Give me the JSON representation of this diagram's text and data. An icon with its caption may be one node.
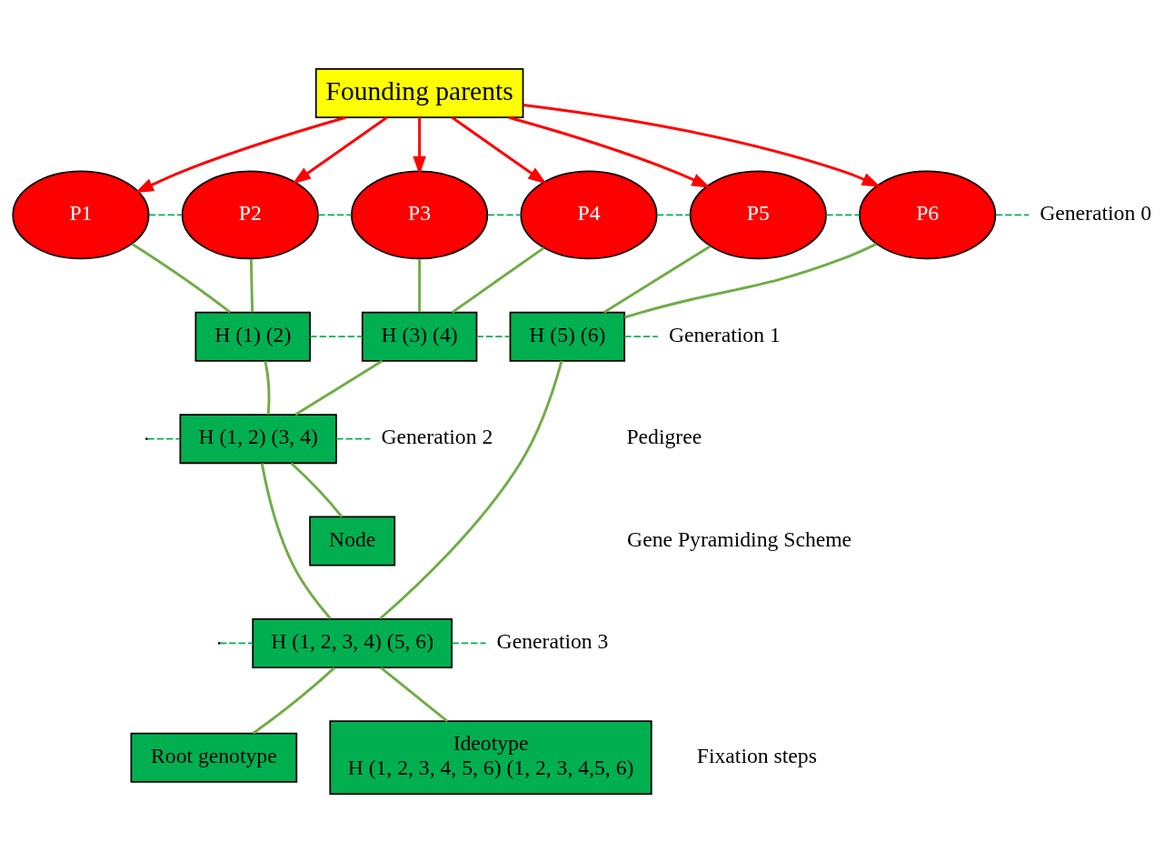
{
  "diagram": {
    "nodes": [
      {
        "text": [
          "Founding parents"
        ]
      },
      {
        "text": [
          "P1"
        ]
      },
      {
        "text": [
          "P2"
        ]
      },
      {
        "text": [
          "P3"
        ]
      },
      {
        "text": [
          "P4"
        ]
      },
      {
        "text": [
          "P5"
        ]
      },
      {
        "text": [
          "P6"
        ]
      },
      {
        "text": [
          "Generation 0"
        ]
      },
      {
        "text": [
          "H (1) (2)"
        ]
      },
      {
        "text": [
          "H (3) (4)"
        ]
      },
      {
        "text": [
          "H (5) (6)"
        ]
      },
      {
        "text": [
          "Generation 1"
        ]
      },
      {
        "text": [
          "H (1, 2) (3, 4)"
        ]
      },
      {
        "text": [
          "Generation 2"
        ]
      },
      {
        "text": [
          "Node"
        ]
      },
      {
        "text": [
          "H (1, 2, 3, 4) (5, 6)"
        ]
      },
      {
        "text": [
          "Generation 3"
        ]
      },
      {
        "text": [
          "Root genotype"
        ]
      },
      {
        "text": [
          "Ideotype",
          "H (1, 2, 3, 4, 5, 6) (1, 2, 3, 4,5, 6)"
        ]
      }
    ],
    "edges": [
      {
        "from": 0,
        "to": 1,
        "arrow": "to",
        "color": "#ff0000"
      },
      {
        "from": 0,
        "to": 2,
        "arrow": "to",
        "color": "#ff0000"
      },
      {
        "from": 0,
        "to": 3,
        "arrow": "to",
        "color": "#ff0000"
      },
      {
        "from": 0,
        "to": 4,
        "arrow": "to",
        "color": "#ff0000"
      },
      {
        "from": 0,
        "to": 5,
        "arrow": "to",
        "color": "#ff0000"
      },
      {
        "from": 0,
        "to": 6,
        "arrow": "to",
        "color": "#ff0000"
      },
      {
        "from": 1,
        "to": 2,
        "arrow": "none",
        "style": "dashed"
      },
      {
        "from": 2,
        "to": 3,
        "arrow": "none",
        "style": "dashed"
      },
      {
        "from": 3,
        "to": 4,
        "arrow": "none",
        "style": "dashed"
      },
      {
        "from": 4,
        "to": 5,
        "arrow": "none",
        "style": "dashed"
      },
      {
        "from": 5,
        "to": 6,
        "arrow": "none",
        "style": "dashed"
      },
      {
        "from": 6,
        "to": 7,
        "arrow": "none",
        "style": "dashed"
      },
      {
        "from": 1,
        "to": 8,
        "arrow": "none",
        "color": "#70ad47"
      },
      {
        "from": 2,
        "to": 8,
        "arrow": "none",
        "color": "#70ad47"
      },
      {
        "from": 3,
        "to": 9,
        "arrow": "none",
        "color": "#70ad47"
      },
      {
        "from": 4,
        "to": 9,
        "arrow": "none",
        "color": "#70ad47"
      },
      {
        "from": 5,
        "to": 10,
        "arrow": "none",
        "color": "#70ad47"
      },
      {
        "from": 6,
        "to": 10,
        "arrow": "none",
        "color": "#70ad47"
      },
      {
        "from": 8,
        "to": 9,
        "arrow": "none",
        "style": "dashed"
      },
      {
        "from": 9,
        "to": 10,
        "arrow": "none",
        "style": "dashed"
      },
      {
        "from": 10,
        "to": 11,
        "arrow": "none",
        "style": "dashed"
      },
      {
        "from": 8,
        "to": 12,
        "arrow": "none",
        "color": "#70ad47"
      },
      {
        "from": 9,
        "to": 12,
        "arrow": "none",
        "color": "#70ad47"
      },
      {
        "from": null,
        "to": 12,
        "arrow": "none",
        "style": "dashed"
      },
      {
        "from": 12,
        "to": 13,
        "arrow": "none",
        "style": "dashed"
      },
      {
        "from": 14,
        "to": 12,
        "arrow": "none",
        "color": "#70ad47"
      },
      {
        "from": 12,
        "to": 15,
        "arrow": "none",
        "color": "#70ad47"
      },
      {
        "from": 10,
        "to": 15,
        "arrow": "none",
        "color": "#70ad47"
      },
      {
        "from": null,
        "to": 15,
        "arrow": "none",
        "style": "dashed"
      },
      {
        "from": 15,
        "to": 16,
        "arrow": "none",
        "style": "dashed"
      },
      {
        "from": 17,
        "to": 15,
        "arrow": "none",
        "color": "#70ad47"
      },
      {
        "from": 15,
        "to": 18,
        "arrow": "none",
        "color": "#70ad47"
      }
    ],
    "labels": [
      "Pedigree",
      "Gene Pyramiding Scheme",
      "Fixation steps"
    ]
  }
}
